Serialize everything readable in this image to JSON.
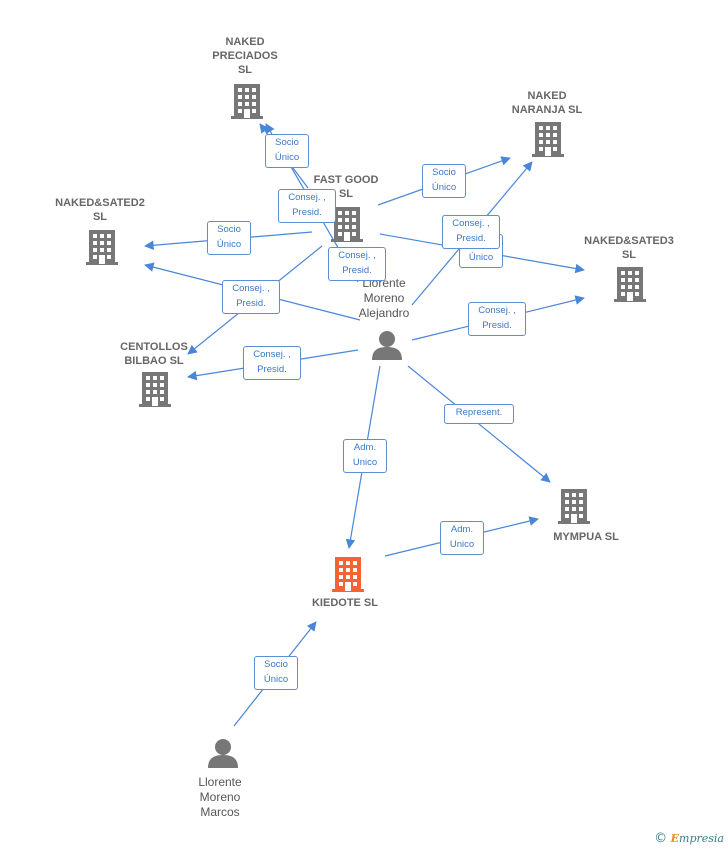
{
  "colors": {
    "edge": "#4a86d8",
    "building": "#777777",
    "focus_building": "#f26532",
    "person": "#777777"
  },
  "nodes": [
    {
      "id": "naked_preciados",
      "type": "company",
      "label": "NAKED\nPRECIADOS\nSL"
    },
    {
      "id": "naked_naranja",
      "type": "company",
      "label": "NAKED\nNARANJA  SL"
    },
    {
      "id": "fast_good",
      "type": "company",
      "label": "FAST GOOD\nSL"
    },
    {
      "id": "naked_sated2",
      "type": "company",
      "label": "NAKED&SATED2\nSL"
    },
    {
      "id": "naked_sated3",
      "type": "company",
      "label": "NAKED&SATED3\nSL"
    },
    {
      "id": "centollos",
      "type": "company",
      "label": "CENTOLLOS\nBILBAO  SL"
    },
    {
      "id": "mympua",
      "type": "company",
      "label": "MYMPUA  SL"
    },
    {
      "id": "kiedote",
      "type": "focus",
      "label": "KIEDOTE  SL"
    },
    {
      "id": "alejandro",
      "type": "person",
      "label": "Llorente\nMoreno\nAlejandro"
    },
    {
      "id": "marcos",
      "type": "person",
      "label": "Llorente\nMoreno\nMarcos"
    }
  ],
  "relations": [
    {
      "id": "r1",
      "label": "Socio\nÚnico"
    },
    {
      "id": "r2",
      "label": "Consej. ,\nPresid."
    },
    {
      "id": "r3",
      "label": "Socio\nÚnico"
    },
    {
      "id": "r4",
      "label": "Socio\nÚnico"
    },
    {
      "id": "r5",
      "label": "Consej. ,\nPresid."
    },
    {
      "id": "r6",
      "label": "Socio\nÚnico"
    },
    {
      "id": "r7",
      "label": "Consej. ,\nPresid."
    },
    {
      "id": "r8",
      "label": "Consej. ,\nPresid."
    },
    {
      "id": "r9",
      "label": "Consej. ,\nPresid."
    },
    {
      "id": "r10",
      "label": "Consej. ,\nPresid."
    },
    {
      "id": "r11",
      "label": "Represent."
    },
    {
      "id": "r12",
      "label": "Adm.\nUnico"
    },
    {
      "id": "r13",
      "label": "Adm.\nUnico"
    },
    {
      "id": "r14",
      "label": "Socio\nÚnico"
    }
  ],
  "footer": {
    "copyright": "©",
    "brand_initial": "E",
    "brand_rest": "mpresia"
  }
}
